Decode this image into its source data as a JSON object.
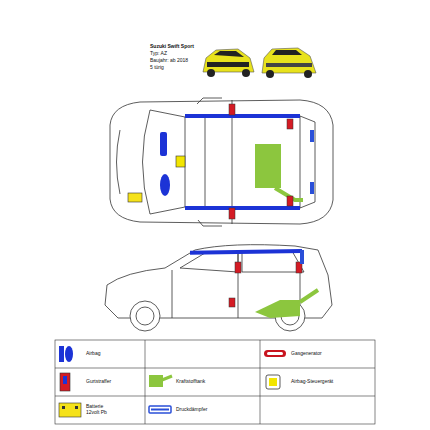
{
  "diagram": {
    "title": "Suzuki Swift Sport",
    "labels": [
      "Typ: AZ",
      "Baujahr: ab 2018",
      "5 türig"
    ],
    "legend": [
      {
        "text": "Airbag",
        "color": "#1c33d6"
      },
      {
        "text": "Gasgenerator",
        "color": "#c8141e"
      },
      {
        "text": "Gurtstraffer",
        "color": "#d41b24"
      },
      {
        "text": "Kraftstofftank",
        "color": "#8cc63e"
      },
      {
        "text": "Airbag-Steuergerät",
        "color": "#f2e500"
      },
      {
        "text": "Batterie 12volt Pb",
        "color": "#f5e21a"
      },
      {
        "text": "Druckdämpfer",
        "color": "#2a4fd8"
      }
    ]
  }
}
